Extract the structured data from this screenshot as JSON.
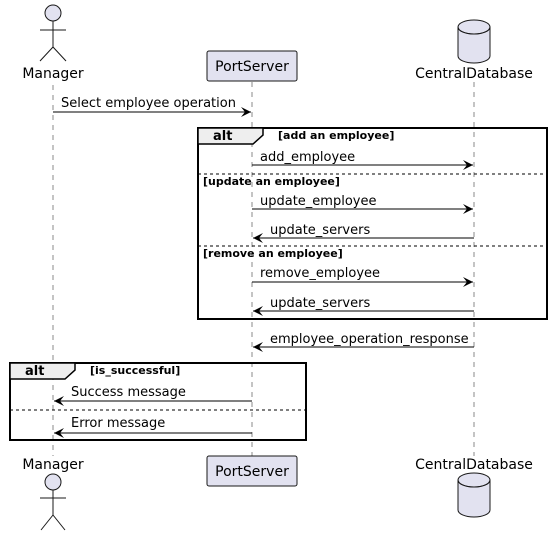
{
  "participants": {
    "manager": "Manager",
    "port_server": "PortServer",
    "central_db": "CentralDatabase"
  },
  "messages": {
    "select_operation": "Select employee operation",
    "add_employee": "add_employee",
    "update_employee": "update_employee",
    "update_servers_1": "update_servers",
    "remove_employee": "remove_employee",
    "update_servers_2": "update_servers",
    "operation_response": "employee_operation_response",
    "success_message": "Success message",
    "error_message": "Error message"
  },
  "fragments": {
    "alt_operation": {
      "keyword": "alt",
      "condition_1": "[add an employee]",
      "condition_2": "[update an employee]",
      "condition_3": "[remove an employee]"
    },
    "alt_result": {
      "keyword": "alt",
      "condition_1": "[is_successful]"
    }
  },
  "colors": {
    "participant_fill": "#e2e2f0",
    "participant_border": "#181818"
  }
}
